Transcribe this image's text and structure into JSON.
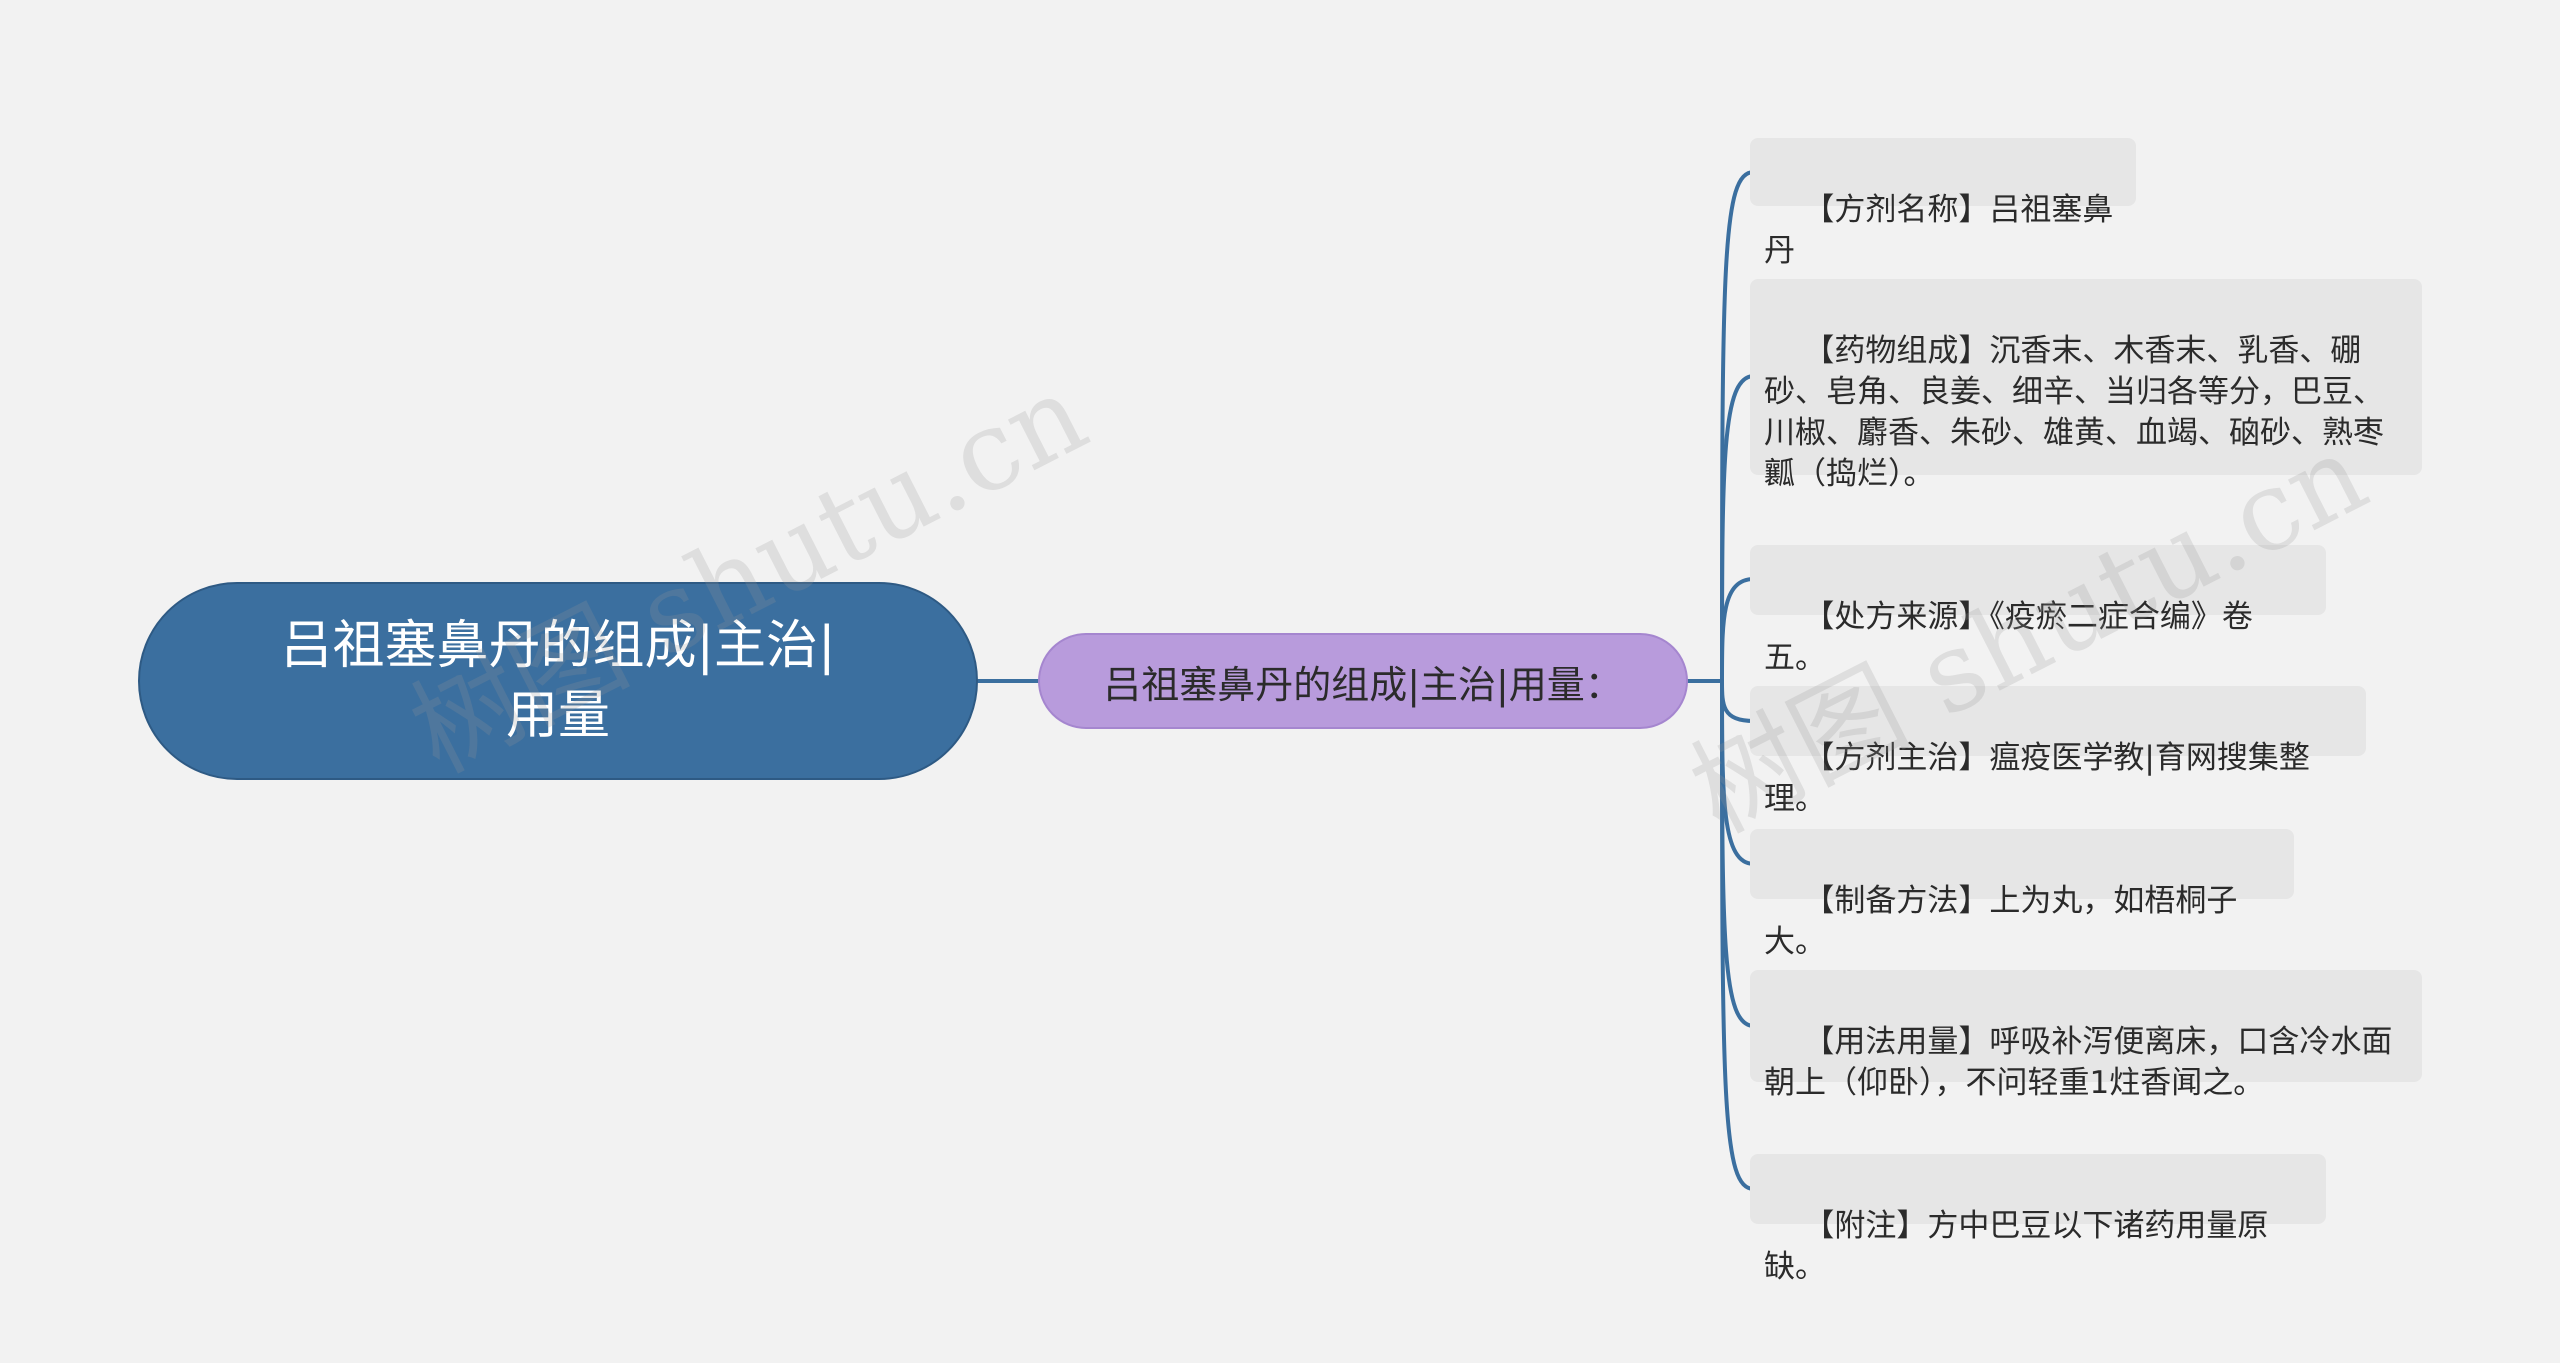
{
  "root": {
    "label": "吕祖塞鼻丹的组成|主治|用量"
  },
  "subtopic": {
    "label": "吕祖塞鼻丹的组成|主治|用量："
  },
  "leaves": [
    "【方剂名称】吕祖塞鼻丹",
    "【药物组成】沉香末、木香末、乳香、硼砂、皂角、良姜、细辛、当归各等分，巴豆、川椒、麝香、朱砂、雄黄、血竭、硇砂、熟枣瓤（捣烂）。",
    "【处方来源】《疫瘀二症合编》卷五。",
    "【方剂主治】瘟疫医学教|育网搜集整理。",
    "【制备方法】上为丸，如梧桐子大。",
    "【用法用量】呼吸补泻便离床，口含冷水面朝上（仰卧），不问轻重1炷香闻之。",
    "【附注】方中巴豆以下诸药用量原缺。"
  ],
  "watermark": {
    "text": "树图 shutu.cn"
  },
  "colors": {
    "background": "#f2f2f2",
    "root_fill": "#3b6f9f",
    "subtopic_fill": "#b89bdc",
    "leaf_fill": "#e6e6e6",
    "connector": "#3b6f9f"
  }
}
